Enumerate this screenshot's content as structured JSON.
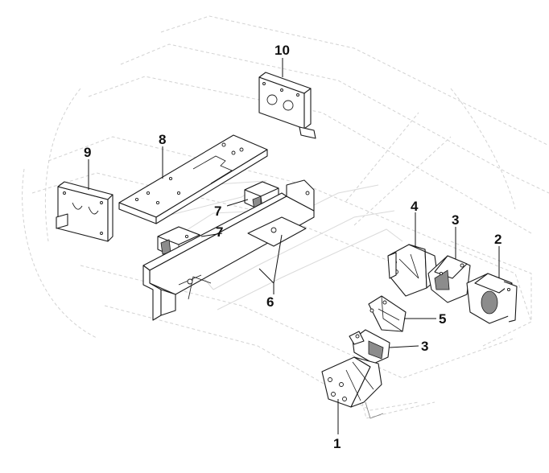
{
  "diagram": {
    "callouts": [
      {
        "id": "c10",
        "label": "10"
      },
      {
        "id": "c9",
        "label": "9"
      },
      {
        "id": "c8",
        "label": "8"
      },
      {
        "id": "c7a",
        "label": "7"
      },
      {
        "id": "c7b",
        "label": "7"
      },
      {
        "id": "c6",
        "label": "6"
      },
      {
        "id": "c4",
        "label": "4"
      },
      {
        "id": "c3a",
        "label": "3"
      },
      {
        "id": "c2",
        "label": "2"
      },
      {
        "id": "c5",
        "label": "5"
      },
      {
        "id": "c3b",
        "label": "3"
      },
      {
        "id": "c1",
        "label": "1"
      }
    ],
    "colors": {
      "line": "#1a1a1a",
      "frame": "#d2d2d2",
      "shade": "#8c8c8c",
      "background": "#ffffff"
    }
  }
}
